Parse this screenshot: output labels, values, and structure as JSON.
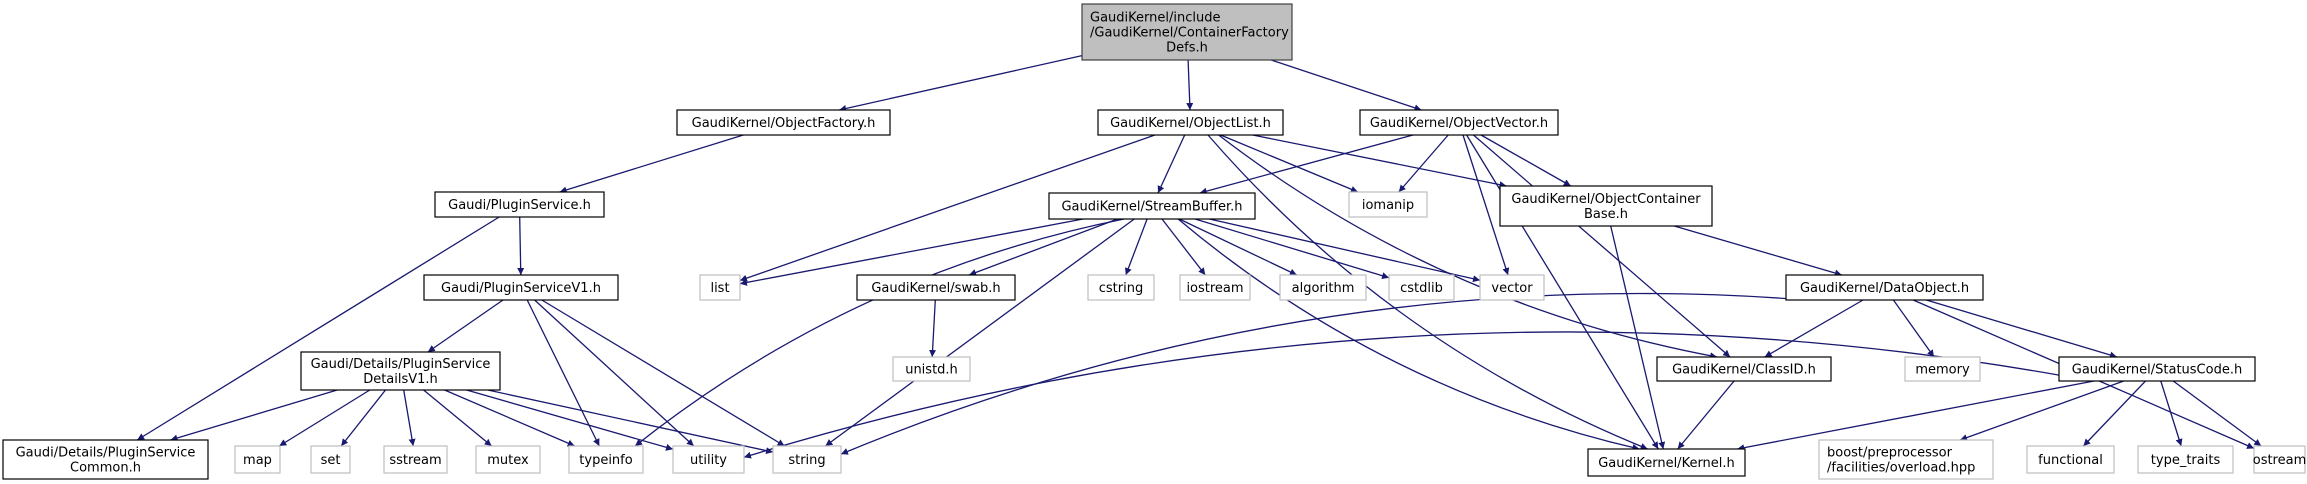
{
  "diagram": {
    "type": "include-dependency-graph",
    "colors": {
      "edge": "#191970",
      "root_fill": "#bfbfbf",
      "root_border": "#404040",
      "documented_border": "#000000",
      "external_border": "#bfbfbf",
      "node_fill": "#ffffff"
    },
    "nodes": [
      {
        "id": "root",
        "kind": "root",
        "lines": [
          "GaudiKernel/include",
          "/GaudiKernel/ContainerFactory",
          "Defs.h"
        ]
      },
      {
        "id": "objfactory",
        "kind": "documented",
        "lines": [
          "GaudiKernel/ObjectFactory.h"
        ]
      },
      {
        "id": "objlist",
        "kind": "documented",
        "lines": [
          "GaudiKernel/ObjectList.h"
        ]
      },
      {
        "id": "objvector",
        "kind": "documented",
        "lines": [
          "GaudiKernel/ObjectVector.h"
        ]
      },
      {
        "id": "pluginsvc",
        "kind": "documented",
        "lines": [
          "Gaudi/PluginService.h"
        ]
      },
      {
        "id": "pluginsvcv1",
        "kind": "documented",
        "lines": [
          "Gaudi/PluginServiceV1.h"
        ]
      },
      {
        "id": "detailsv1",
        "kind": "documented",
        "lines": [
          "Gaudi/Details/PluginService",
          "DetailsV1.h"
        ]
      },
      {
        "id": "common",
        "kind": "documented",
        "lines": [
          "Gaudi/Details/PluginService",
          "Common.h"
        ]
      },
      {
        "id": "map",
        "kind": "external",
        "lines": [
          "map"
        ]
      },
      {
        "id": "set",
        "kind": "external",
        "lines": [
          "set"
        ]
      },
      {
        "id": "sstream",
        "kind": "external",
        "lines": [
          "sstream"
        ]
      },
      {
        "id": "mutex",
        "kind": "external",
        "lines": [
          "mutex"
        ]
      },
      {
        "id": "typeinfo",
        "kind": "external",
        "lines": [
          "typeinfo"
        ]
      },
      {
        "id": "utility",
        "kind": "external",
        "lines": [
          "utility"
        ]
      },
      {
        "id": "string",
        "kind": "external",
        "lines": [
          "string"
        ]
      },
      {
        "id": "streambuffer",
        "kind": "documented",
        "lines": [
          "GaudiKernel/StreamBuffer.h"
        ]
      },
      {
        "id": "list",
        "kind": "external",
        "lines": [
          "list"
        ]
      },
      {
        "id": "swab",
        "kind": "documented",
        "lines": [
          "GaudiKernel/swab.h"
        ]
      },
      {
        "id": "cstring",
        "kind": "external",
        "lines": [
          "cstring"
        ]
      },
      {
        "id": "iostream",
        "kind": "external",
        "lines": [
          "iostream"
        ]
      },
      {
        "id": "algorithm",
        "kind": "external",
        "lines": [
          "algorithm"
        ]
      },
      {
        "id": "cstdlib",
        "kind": "external",
        "lines": [
          "cstdlib"
        ]
      },
      {
        "id": "vector",
        "kind": "external",
        "lines": [
          "vector"
        ]
      },
      {
        "id": "iomanip",
        "kind": "external",
        "lines": [
          "iomanip"
        ]
      },
      {
        "id": "objcontainerbase",
        "kind": "documented",
        "lines": [
          "GaudiKernel/ObjectContainer",
          "Base.h"
        ]
      },
      {
        "id": "unistd",
        "kind": "external",
        "lines": [
          "unistd.h"
        ]
      },
      {
        "id": "dataobject",
        "kind": "documented",
        "lines": [
          "GaudiKernel/DataObject.h"
        ]
      },
      {
        "id": "classid",
        "kind": "documented",
        "lines": [
          "GaudiKernel/ClassID.h"
        ]
      },
      {
        "id": "memory",
        "kind": "external",
        "lines": [
          "memory"
        ]
      },
      {
        "id": "statuscode",
        "kind": "documented",
        "lines": [
          "GaudiKernel/StatusCode.h"
        ]
      },
      {
        "id": "kernel",
        "kind": "documented",
        "lines": [
          "GaudiKernel/Kernel.h"
        ]
      },
      {
        "id": "boost",
        "kind": "external",
        "lines": [
          "boost/preprocessor",
          "/facilities/overload.hpp"
        ]
      },
      {
        "id": "functional",
        "kind": "external",
        "lines": [
          "functional"
        ]
      },
      {
        "id": "typetraits",
        "kind": "external",
        "lines": [
          "type_traits"
        ]
      },
      {
        "id": "ostream",
        "kind": "external",
        "lines": [
          "ostream"
        ]
      }
    ],
    "edges": [
      [
        "root",
        "objfactory"
      ],
      [
        "root",
        "objlist"
      ],
      [
        "root",
        "objvector"
      ],
      [
        "objfactory",
        "pluginsvc"
      ],
      [
        "pluginsvc",
        "pluginsvcv1"
      ],
      [
        "pluginsvc",
        "common"
      ],
      [
        "pluginsvcv1",
        "detailsv1"
      ],
      [
        "pluginsvcv1",
        "typeinfo"
      ],
      [
        "pluginsvcv1",
        "utility"
      ],
      [
        "pluginsvcv1",
        "string"
      ],
      [
        "detailsv1",
        "common"
      ],
      [
        "detailsv1",
        "map"
      ],
      [
        "detailsv1",
        "set"
      ],
      [
        "detailsv1",
        "sstream"
      ],
      [
        "detailsv1",
        "mutex"
      ],
      [
        "detailsv1",
        "typeinfo"
      ],
      [
        "detailsv1",
        "utility"
      ],
      [
        "detailsv1",
        "string"
      ],
      [
        "objlist",
        "streambuffer"
      ],
      [
        "objlist",
        "list"
      ],
      [
        "objlist",
        "iomanip"
      ],
      [
        "objlist",
        "objcontainerbase"
      ],
      [
        "objlist",
        "classid"
      ],
      [
        "objlist",
        "kernel"
      ],
      [
        "objvector",
        "streambuffer"
      ],
      [
        "objvector",
        "iomanip"
      ],
      [
        "objvector",
        "objcontainerbase"
      ],
      [
        "objvector",
        "vector"
      ],
      [
        "objvector",
        "classid"
      ],
      [
        "objvector",
        "kernel"
      ],
      [
        "streambuffer",
        "list"
      ],
      [
        "streambuffer",
        "swab"
      ],
      [
        "streambuffer",
        "cstring"
      ],
      [
        "streambuffer",
        "iostream"
      ],
      [
        "streambuffer",
        "algorithm"
      ],
      [
        "streambuffer",
        "cstdlib"
      ],
      [
        "streambuffer",
        "vector"
      ],
      [
        "streambuffer",
        "typeinfo"
      ],
      [
        "streambuffer",
        "string"
      ],
      [
        "streambuffer",
        "kernel"
      ],
      [
        "swab",
        "unistd"
      ],
      [
        "objcontainerbase",
        "dataobject"
      ],
      [
        "objcontainerbase",
        "kernel"
      ],
      [
        "dataobject",
        "classid"
      ],
      [
        "dataobject",
        "memory"
      ],
      [
        "dataobject",
        "statuscode"
      ],
      [
        "dataobject",
        "string"
      ],
      [
        "dataobject",
        "ostream"
      ],
      [
        "classid",
        "kernel"
      ],
      [
        "statuscode",
        "kernel"
      ],
      [
        "statuscode",
        "utility"
      ],
      [
        "statuscode",
        "boost"
      ],
      [
        "statuscode",
        "functional"
      ],
      [
        "statuscode",
        "typetraits"
      ],
      [
        "statuscode",
        "ostream"
      ]
    ]
  }
}
